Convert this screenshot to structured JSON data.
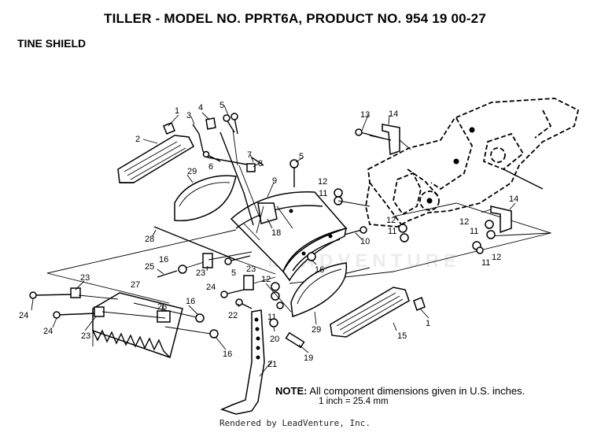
{
  "header": {
    "title": "TILLER - MODEL NO. PPRT6A, PRODUCT NO. 954 19 00-27",
    "subtitle": "TINE SHIELD"
  },
  "callouts": [
    {
      "id": "c1a",
      "label": "1"
    },
    {
      "id": "c1b",
      "label": "1"
    },
    {
      "id": "c2",
      "label": "2"
    },
    {
      "id": "c3",
      "label": "3"
    },
    {
      "id": "c4",
      "label": "4"
    },
    {
      "id": "c5a",
      "label": "5"
    },
    {
      "id": "c5b",
      "label": "5"
    },
    {
      "id": "c5c",
      "label": "5"
    },
    {
      "id": "c6",
      "label": "6"
    },
    {
      "id": "c7",
      "label": "7"
    },
    {
      "id": "c8",
      "label": "8"
    },
    {
      "id": "c9",
      "label": "9"
    },
    {
      "id": "c10",
      "label": "10"
    },
    {
      "id": "c11a",
      "label": "11"
    },
    {
      "id": "c11b",
      "label": "11"
    },
    {
      "id": "c11c",
      "label": "11"
    },
    {
      "id": "c11d",
      "label": "11"
    },
    {
      "id": "c11e",
      "label": "11"
    },
    {
      "id": "c12a",
      "label": "12"
    },
    {
      "id": "c12b",
      "label": "12"
    },
    {
      "id": "c12c",
      "label": "12"
    },
    {
      "id": "c12d",
      "label": "12"
    },
    {
      "id": "c12e",
      "label": "12"
    },
    {
      "id": "c13",
      "label": "13"
    },
    {
      "id": "c14a",
      "label": "14"
    },
    {
      "id": "c14b",
      "label": "14"
    },
    {
      "id": "c15",
      "label": "15"
    },
    {
      "id": "c16a",
      "label": "16"
    },
    {
      "id": "c16b",
      "label": "16"
    },
    {
      "id": "c16c",
      "label": "16"
    },
    {
      "id": "c16d",
      "label": "16"
    },
    {
      "id": "c18",
      "label": "18"
    },
    {
      "id": "c19",
      "label": "19"
    },
    {
      "id": "c20",
      "label": "20"
    },
    {
      "id": "c21",
      "label": "21"
    },
    {
      "id": "c22",
      "label": "22"
    },
    {
      "id": "c23a",
      "label": "23"
    },
    {
      "id": "c23b",
      "label": "23"
    },
    {
      "id": "c23c",
      "label": "23"
    },
    {
      "id": "c23d",
      "label": "23"
    },
    {
      "id": "c24a",
      "label": "24"
    },
    {
      "id": "c24b",
      "label": "24"
    },
    {
      "id": "c24c",
      "label": "24"
    },
    {
      "id": "c25",
      "label": "25"
    },
    {
      "id": "c26",
      "label": "26"
    },
    {
      "id": "c27",
      "label": "27"
    },
    {
      "id": "c28",
      "label": "28"
    },
    {
      "id": "c29a",
      "label": "29"
    },
    {
      "id": "c29b",
      "label": "29"
    }
  ],
  "note": {
    "label": "NOTE:",
    "text": "All component dimensions given in U.S. inches.",
    "conversion": "1 inch = 25.4 mm"
  },
  "watermark": "LEADVENTURE",
  "footer": "Rendered by LeadVenture, Inc."
}
